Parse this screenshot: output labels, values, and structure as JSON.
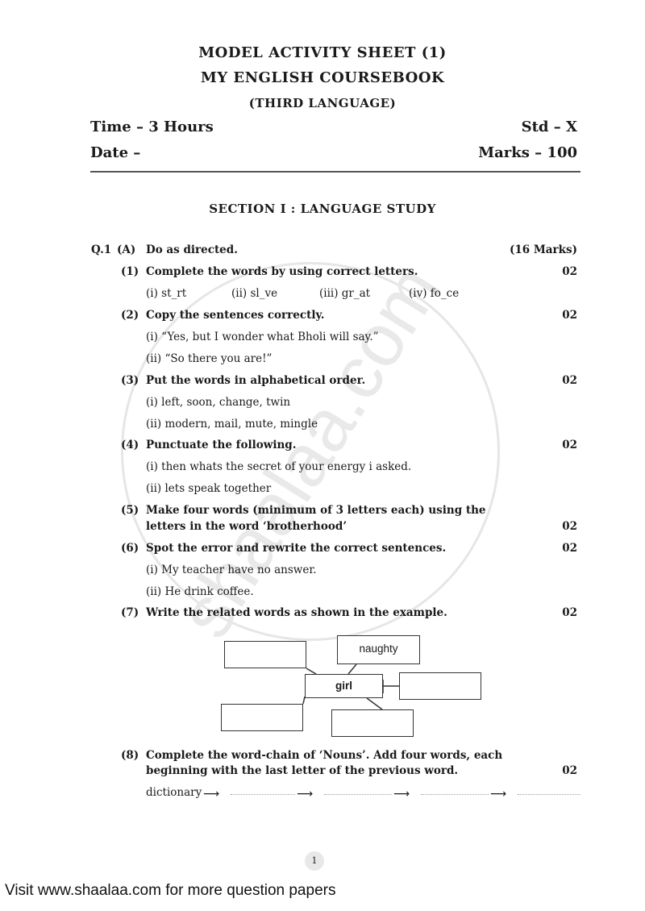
{
  "header": {
    "title": "MODEL ACTIVITY SHEET (1)",
    "subtitle": "MY ENGLISH COURSEBOOK",
    "language": "(THIRD LANGUAGE)",
    "time": "Time – 3 Hours",
    "std": "Std – X",
    "date": "Date –",
    "marks": "Marks – 100"
  },
  "section_title": "SECTION I : LANGUAGE STUDY",
  "q1": {
    "number": "Q.1",
    "part": "(A)",
    "instruction": "Do as directed.",
    "marks": "(16 Marks)"
  },
  "items": {
    "i1": {
      "num": "(1)",
      "text": "Complete the words by using correct letters.",
      "marks": "02",
      "subs": [
        "(i) st_rt",
        "(ii) sl_ve",
        "(iii) gr_at",
        "(iv) fo_ce"
      ]
    },
    "i2": {
      "num": "(2)",
      "text": "Copy the sentences correctly.",
      "marks": "02",
      "subs": [
        "(i) “Yes, but I wonder what Bholi will say.”",
        "(ii) “So there you are!”"
      ]
    },
    "i3": {
      "num": "(3)",
      "text": "Put the words in alphabetical order.",
      "marks": "02",
      "subs": [
        "(i) left, soon, change, twin",
        "(ii) modern, mail, mute, mingle"
      ]
    },
    "i4": {
      "num": "(4)",
      "text": "Punctuate the following.",
      "marks": "02",
      "subs": [
        "(i) then whats the secret of your energy i asked.",
        "(ii) lets speak together"
      ]
    },
    "i5": {
      "num": "(5)",
      "line1": "Make four words (minimum of 3 letters each) using the",
      "line2": "letters in the word ‘brotherhood’",
      "marks": "02"
    },
    "i6": {
      "num": "(6)",
      "text": "Spot the error and rewrite the correct sentences.",
      "marks": "02",
      "subs": [
        "(i) My teacher have no answer.",
        "(ii) He drink coffee."
      ]
    },
    "i7": {
      "num": "(7)",
      "text": "Write the related words as shown in the example.",
      "marks": "02",
      "center_word": "girl",
      "example_word": "naughty"
    },
    "i8": {
      "num": "(8)",
      "line1": "Complete the word-chain of ‘Nouns’. Add four words, each",
      "line2": "beginning with the last letter of the previous word.",
      "marks": "02",
      "start_word": "dictionary"
    }
  },
  "watermark": "shaalaa.com",
  "page_number": "1",
  "footer": "Visit www.shaalaa.com for more question papers"
}
